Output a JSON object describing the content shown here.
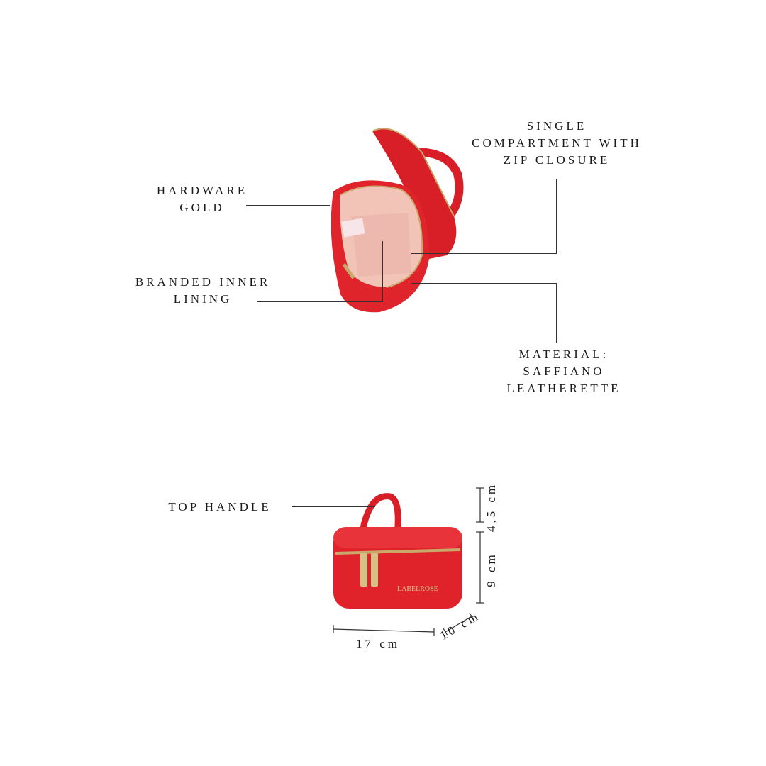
{
  "features": {
    "compartment": [
      "SINGLE",
      "COMPARTMENT WITH",
      "ZIP CLOSURE"
    ],
    "hardware": [
      "HARDWARE",
      "GOLD"
    ],
    "lining": [
      "BRANDED INNER",
      "LINING"
    ],
    "material": [
      "MATERIAL:",
      "SAFFIANO",
      "LEATHERETTE"
    ],
    "handle": [
      "TOP HANDLE"
    ]
  },
  "dimensions": {
    "width": "17 cm",
    "height": "9 cm",
    "depth": "10 cm",
    "handle_height": "4,5 cm"
  },
  "product": {
    "brand_mark": "LABELROSE",
    "color": "#e0202a",
    "lining_color": "#f2c4b8",
    "hardware_color": "#c9a86a"
  }
}
